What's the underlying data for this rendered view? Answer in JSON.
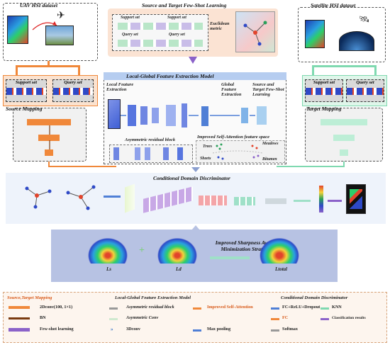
{
  "uav": {
    "title": "UAV HSI dataset",
    "support": "Support set",
    "query": "Query set",
    "mapping": "Source Mapping"
  },
  "top": {
    "title": "Source and Target Few-Shot Learning",
    "support1": "Support set",
    "query1": "Query set",
    "support2": "Support set",
    "query2": "Query set",
    "metric": "Euclidean metric"
  },
  "sat": {
    "title": "Satellite HSI dataset",
    "support": "Support set",
    "query": "Query set",
    "mapping": "Target Mapping"
  },
  "lg": {
    "title": "Local-Global Feature Extraction Model",
    "local": "Local Feature Extraction",
    "global": "Global Feature Extraction",
    "fewshot": "Source and Target Few-Shot Learning",
    "arb": "Asymmetric residual block",
    "isa": "Improved Self-Attention feature space",
    "classes": {
      "trees": "Trees",
      "meadows": "Meadows",
      "sheets": "Sheets",
      "bitumen": "Bitumen"
    }
  },
  "cdd": {
    "title": "Conditional Domain Discriminator"
  },
  "sam": {
    "title": "Improved Sharpness Aware Minimization Strategy",
    "ls": "Ls",
    "ld": "Ld",
    "ltotal": "Ltotal"
  },
  "legend": {
    "g1": {
      "heading": "Source,Target Mapping",
      "items": [
        "2Dconv(100, 1×1)",
        "BN",
        "Few-shot learning"
      ]
    },
    "g2": {
      "heading": "Local-Global Feature Extraction Model",
      "items": [
        "Asymmetric residual block",
        "Asymmetric Conv",
        "3Dconv",
        "Improved Self-Attention",
        "Max pooling"
      ]
    },
    "g3": {
      "heading": "Conditional Domain Discriminator",
      "items": [
        "FC+ReLU+Dropout",
        "FC",
        "Softmax",
        "KNN",
        "Classification results"
      ]
    }
  },
  "colors": {
    "orange": "#f0883a",
    "green": "#7fd9b0",
    "purple": "#8b62c9",
    "blue": "#4f7fd6",
    "cdd_bg": "#eef3fb",
    "sam_bg": "#b7c2e3"
  }
}
